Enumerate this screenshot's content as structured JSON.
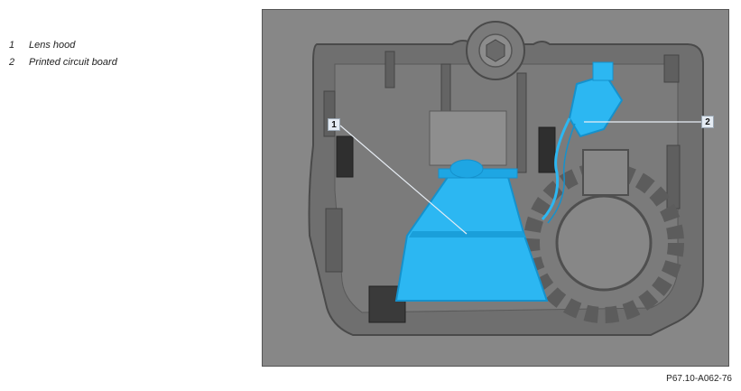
{
  "legend": [
    {
      "number": "1",
      "label": "Lens hood"
    },
    {
      "number": "2",
      "label": "Printed circuit board"
    }
  ],
  "figure": {
    "callouts": [
      "1",
      "2"
    ],
    "reference": "P67.10-A062-76",
    "colors": {
      "background": "#878787",
      "housing": "#6f6f6f",
      "housing_edge": "#4a4a4a",
      "highlight": "#2cb7f2",
      "highlight_dark": "#1591cc"
    }
  }
}
